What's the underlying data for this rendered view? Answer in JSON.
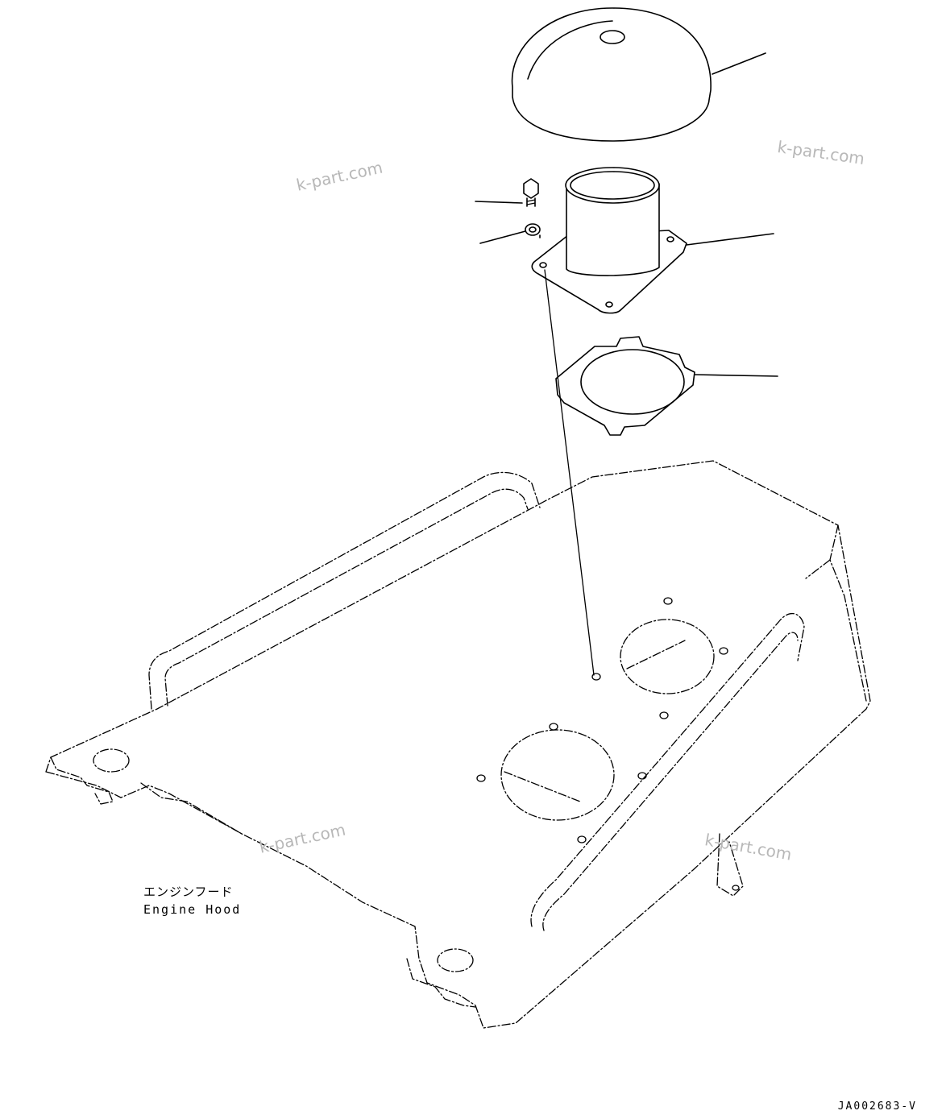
{
  "labels": {
    "engine_hood_jp": "エンジンフード",
    "engine_hood_en": "Engine Hood"
  },
  "drawing_code": "JA002683-V",
  "watermark": "k-part.com",
  "colors": {
    "line": "#000000",
    "background": "#ffffff",
    "watermark": "#b8b8b8"
  }
}
